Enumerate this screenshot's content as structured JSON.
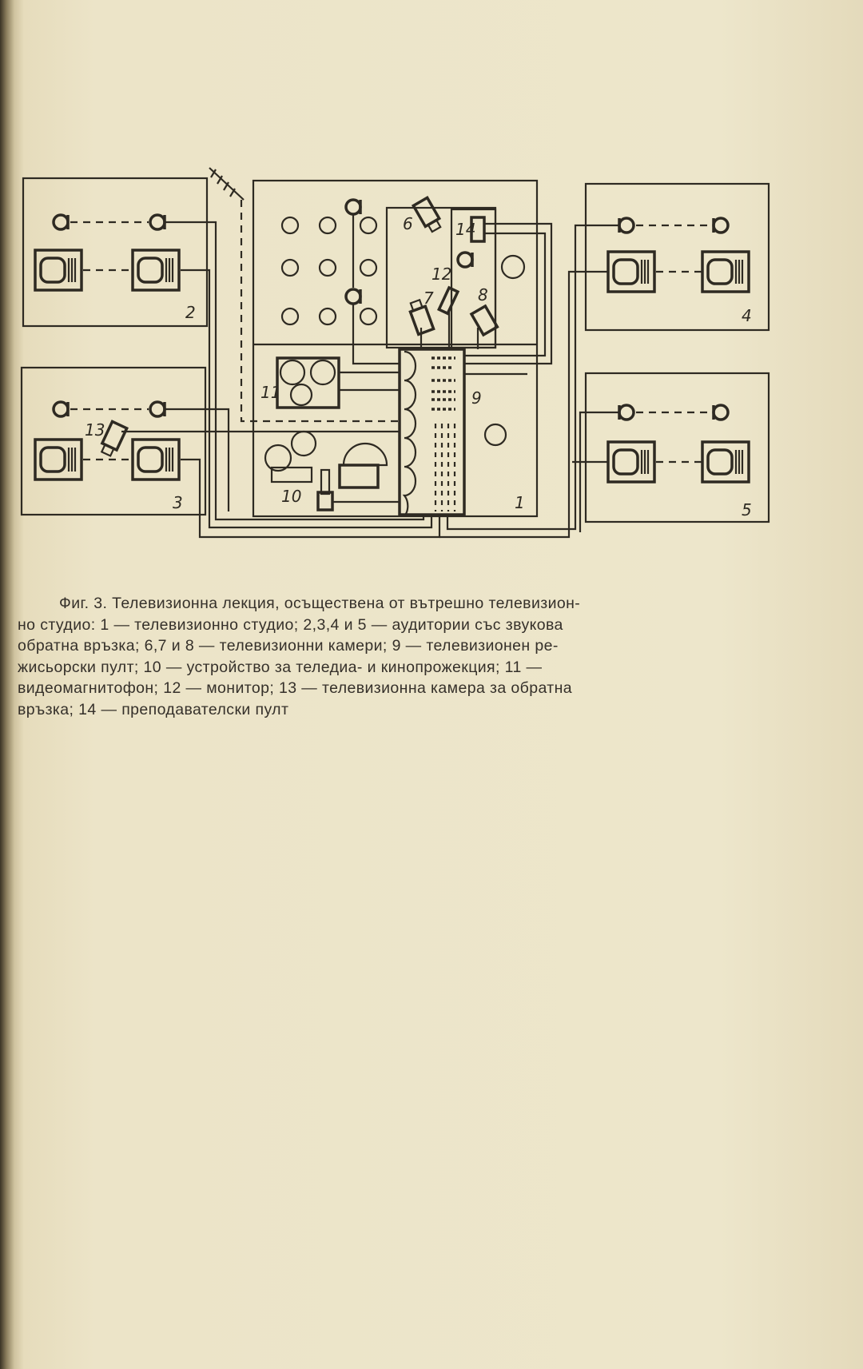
{
  "figure": {
    "labels": {
      "studio": "1",
      "room2": "2",
      "room3": "3",
      "room4": "4",
      "room5": "5",
      "camera6": "6",
      "camera7": "7",
      "camera8": "8",
      "console9": "9",
      "projector10": "10",
      "vcr11": "11",
      "monitor12": "12",
      "camera13": "13",
      "desk14": "14"
    }
  },
  "caption": {
    "lines": [
      "Фиг. 3. Телевизионна лекция, осъществена от вътрешно телевизион-",
      "но студио: 1 — телевизионно студио; 2,3,4 и 5 — аудитории със звукова",
      "обратна връзка; 6,7 и 8 — телевизионни камери; 9 — телевизионен ре-",
      "жисьорски пулт; 10 — устройство за теледиа- и кинопрожекция; 11 —",
      "видеомагнитофон; 12 — монитор; 13 — телевизионна камера за обратна",
      "връзка; 14 — преподавателски пулт"
    ]
  }
}
